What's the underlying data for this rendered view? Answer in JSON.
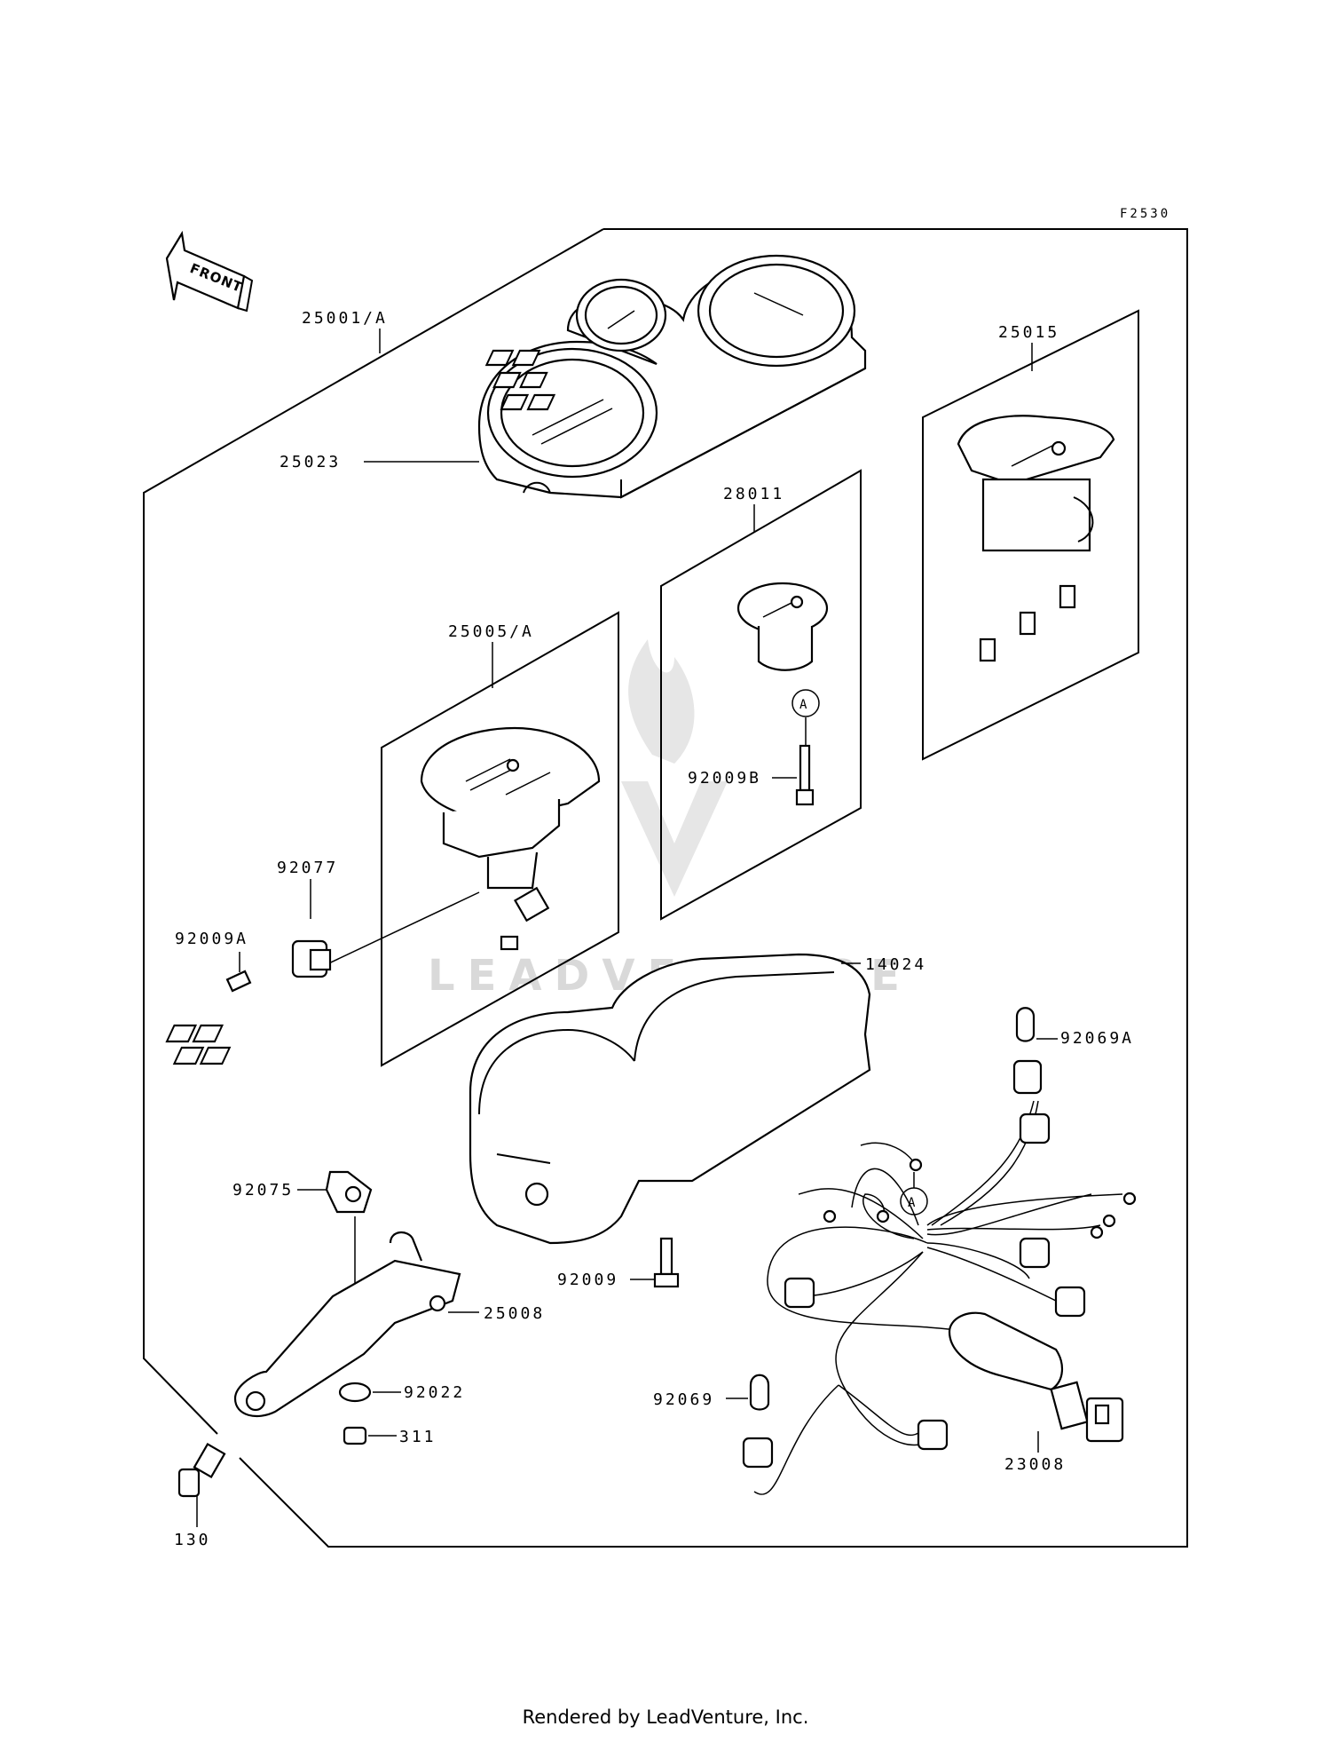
{
  "diagram_code": "F2530",
  "direction_label": "FRONT",
  "watermark": "LEADVENTURE",
  "footer": "Rendered by LeadVenture, Inc.",
  "callouts": {
    "c25001A": "25001/A",
    "c25023": "25023",
    "c25015": "25015",
    "c28011": "28011",
    "c25005A": "25005/A",
    "c92009B": "92009B",
    "ref_a": "A",
    "ref_a2": "A",
    "c92077": "92077",
    "c92009A": "92009A",
    "c14024": "14024",
    "c92069A": "92069A",
    "c92075": "92075",
    "c25008": "25008",
    "c92009": "92009",
    "c92022": "92022",
    "c311": "311",
    "c92069": "92069",
    "c23008": "23008",
    "c130": "130"
  }
}
